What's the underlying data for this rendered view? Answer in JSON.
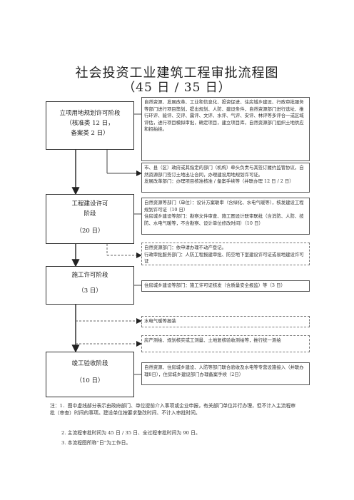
{
  "title": "社会投资工业建筑工程审批流程图",
  "subtitle": "（45 日 / 35 日）",
  "stages": [
    {
      "lines": [
        "立项用地规划许可阶段",
        "（核准类 12 日，",
        "备案类 2 日）"
      ]
    },
    {
      "lines": [
        "工程建设许可",
        "阶段",
        "",
        "（20 日）"
      ]
    },
    {
      "lines": [
        "施工许可阶段",
        "",
        "（3 日）"
      ]
    },
    {
      "lines": [
        "竣工验收阶段",
        "",
        "（10 日）"
      ]
    }
  ],
  "notes": [
    "自然资源、发展改革、工业和信息化、投资促进、住房城乡建设、行政审批服务等部门进行项目策划，提出规划、人防、建设条件，自然资源部门进行选址、推行环评、能评、交评、震评、文评、水评、气评、安评、林评等多评合一或区域评估，进行项目模拟审批，确定项目，建立项目库，自然资源部门组织土地供应和招拍挂。",
    "市、县（区）政府或其指定的部门（机构）牵头负责与其签订履约监管协议，自然资源部门签订土地出让合同，办理建设用地规划许可证。\n发展改革部门：办理项目核准核准 / 备案手续等（并联办理 12 日 / 2 日）",
    "自然资源等部门（单位）：设计方案联审（含绿化、水电气暖等），核发建设工程规划许可证（10 日）\n住房城乡建设等部门：勘察文件审查、施工图设计联审联批（含消防、人防、技防、水电气暖等，不含勘察、设计单位修改时间）（10 日）",
    "自然资源部门：依申请办理不动产登记。\n行政审批服务部门：人防工程报建审批、防空地下室建设许可证或易地建设许可证",
    "住房城乡建设等部门：施工许可证核发（含质量安全报监）等（3 日）",
    "水电气暖等报装",
    "房产测绘、规划核实或工测量、土地复核验收测绘等，推行统一测绘",
    "自然资源、住房城乡建设、人防等部门联合验收及水电等专营设施接入（并联办理8日），住房城乡建设部门办理备案手续（2日）"
  ],
  "footnotes": [
    "注：1．图中虚线部分表示由政府部门、单位提前介入事项或企业申报，有关部门单位并行办理，但不计入主流程审批（审查）时间的事项。建设单位按要求整改时间、不计入审批时间。",
    "2. 主流程审批时间为 45 日 / 35 日、全过程审批时间为 90 日。",
    "3. 本流程图所称“日”为工作日。"
  ]
}
